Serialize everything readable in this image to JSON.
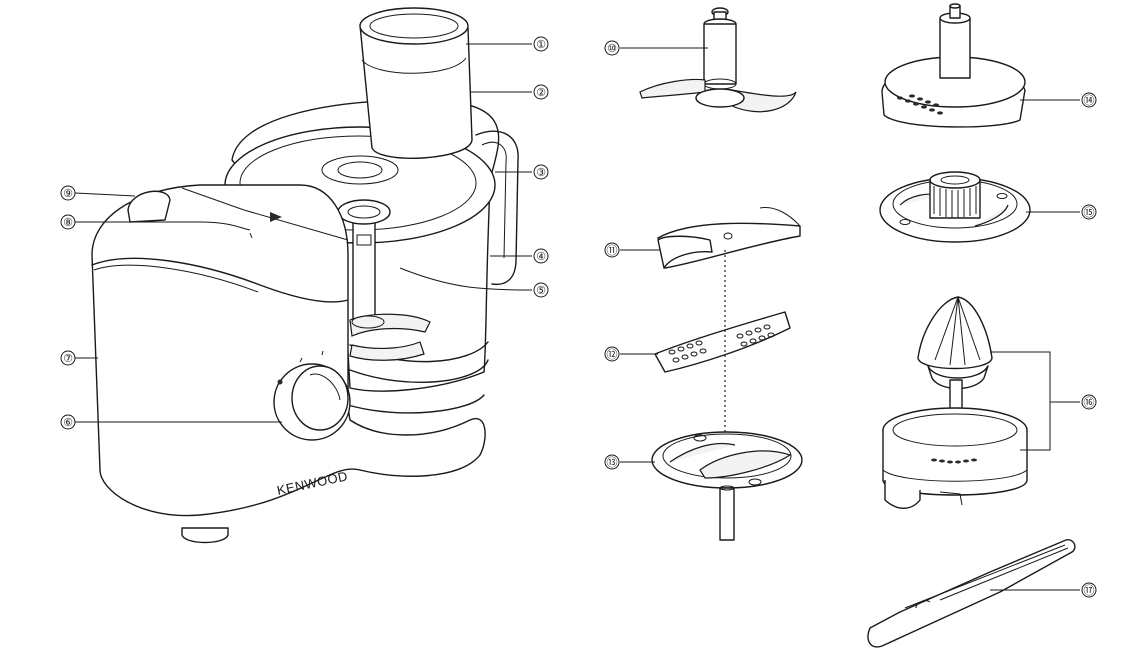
{
  "brand_label": "KENWOOD",
  "callouts": [
    "①",
    "②",
    "③",
    "④",
    "⑤",
    "⑥",
    "⑦",
    "⑧",
    "⑨",
    "⑩",
    "⑪",
    "⑫",
    "⑬",
    "⑭",
    "⑮",
    "⑯",
    "⑰"
  ]
}
